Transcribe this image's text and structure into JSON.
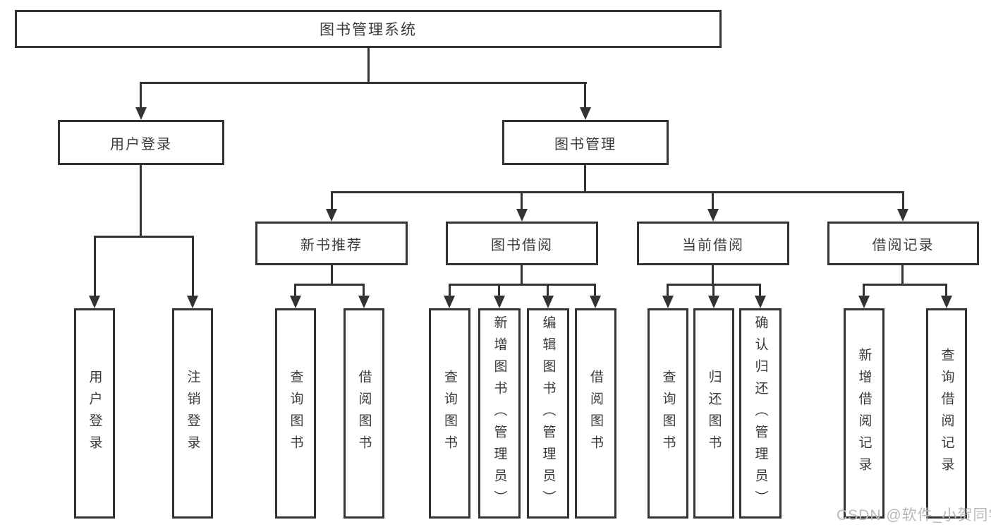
{
  "colors": {
    "background": "#ffffff",
    "line": "#333333",
    "box_border": "#333333",
    "text": "#3a3a3a",
    "watermark": "#b9b9b9"
  },
  "watermark": {
    "text": "CSDN @软件_小贺同学"
  },
  "tree": {
    "label": "图书管理系统",
    "children": [
      {
        "label": "用户登录",
        "children": [
          {
            "label": "用户登录"
          },
          {
            "label": "注销登录"
          }
        ]
      },
      {
        "label": "图书管理",
        "children": [
          {
            "label": "新书推荐",
            "children": [
              {
                "label": "查询图书"
              },
              {
                "label": "借阅图书"
              }
            ]
          },
          {
            "label": "图书借阅",
            "children": [
              {
                "label": "查询图书"
              },
              {
                "label": "新增图书（管理员）"
              },
              {
                "label": "编辑图书（管理员）"
              },
              {
                "label": "借阅图书"
              }
            ]
          },
          {
            "label": "当前借阅",
            "children": [
              {
                "label": "查询图书"
              },
              {
                "label": "归还图书"
              },
              {
                "label": "确认归还（管理员）"
              }
            ]
          },
          {
            "label": "借阅记录",
            "children": [
              {
                "label": "新增借阅记录"
              },
              {
                "label": "查询借阅记录"
              }
            ]
          }
        ]
      }
    ]
  }
}
